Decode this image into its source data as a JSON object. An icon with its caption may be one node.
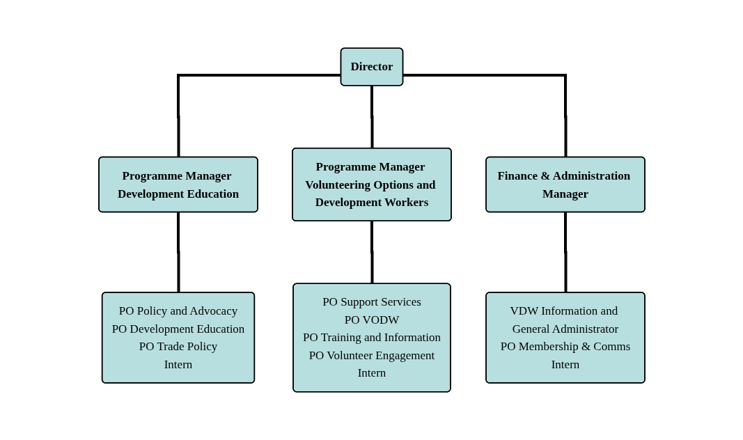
{
  "diagram": {
    "nodes": [
      {
        "text": [
          "Director"
        ]
      },
      {
        "text": [
          "Programme Manager Development Education"
        ]
      },
      {
        "text": [
          "Programme Manager Volunteering Options and Development Workers"
        ]
      },
      {
        "text": [
          "Finance & Administration Manager"
        ]
      },
      {
        "text": [
          "PO Policy and Advocacy",
          "PO Development Education",
          "PO Trade Policy",
          "Intern"
        ]
      },
      {
        "text": [
          "PO Support Services",
          "PO VODW",
          "PO Training and Information",
          "PO Volunteer Engagement",
          "Intern"
        ]
      },
      {
        "text": [
          "VDW Information and General Administrator",
          "PO Membership & Comms",
          "Intern"
        ]
      }
    ],
    "edges": [
      {
        "from": 0,
        "to": 1,
        "arrow": "none"
      },
      {
        "from": 0,
        "to": 2,
        "arrow": "none"
      },
      {
        "from": 0,
        "to": 3,
        "arrow": "none"
      },
      {
        "from": 1,
        "to": 4,
        "arrow": "none"
      },
      {
        "from": 2,
        "to": 5,
        "arrow": "none"
      },
      {
        "from": 3,
        "to": 6,
        "arrow": "none"
      }
    ]
  }
}
